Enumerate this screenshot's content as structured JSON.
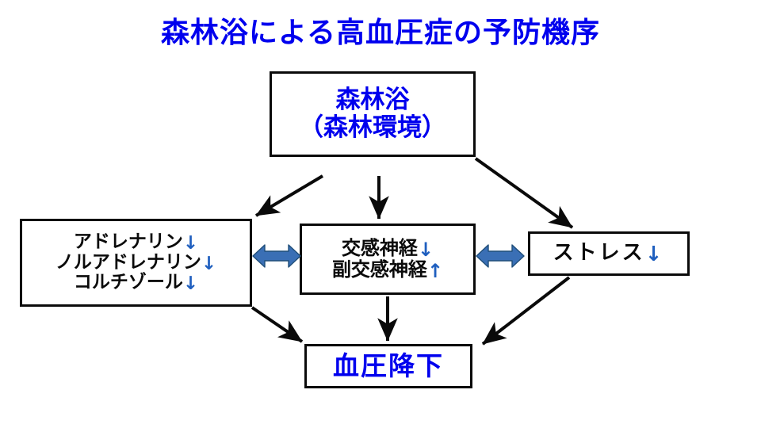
{
  "title": "森林浴による高血圧症の予防機序",
  "colors": {
    "heading_blue": "#0000EE",
    "arrow_blue": "#3A6FB5",
    "arrow_blue_outline": "#1F4E79",
    "inline_arrow_blue": "#1F5FBF",
    "box_border": "#0A0A0A",
    "background": "#FFFFFF"
  },
  "nodes": {
    "shinrinyoku": {
      "name": "森林浴",
      "line1": "森林浴",
      "line2": "（森林環境）"
    },
    "hormones": {
      "line1_label": "アドレナリン",
      "line1_arrow": "↓",
      "line2_label": "ノルアドレナリン",
      "line2_arrow": "↓",
      "line3_label": "コルチゾール",
      "line3_arrow": "↓"
    },
    "nerves": {
      "line1_label": "交感神経",
      "line1_arrow": "↓",
      "line2_label": "副交感神経",
      "line2_arrow": "↑"
    },
    "stress": {
      "label": "ストレス",
      "arrow": "↓"
    },
    "blood_pressure": {
      "label": "血圧降下"
    }
  },
  "connections": {
    "top_to_hormones": "森林浴 → アドレナリン等",
    "top_to_nerves": "森林浴 → 自律神経",
    "top_to_stress": "森林浴 → ストレス",
    "hormones_to_bp": "アドレナリン等 → 血圧降下",
    "nerves_to_bp": "自律神経 → 血圧降下",
    "stress_to_bp": "ストレス → 血圧降下",
    "hormones_nerves_bidir": "アドレナリン等 ⇔ 自律神経",
    "nerves_stress_bidir": "自律神経 ⇔ ストレス"
  }
}
